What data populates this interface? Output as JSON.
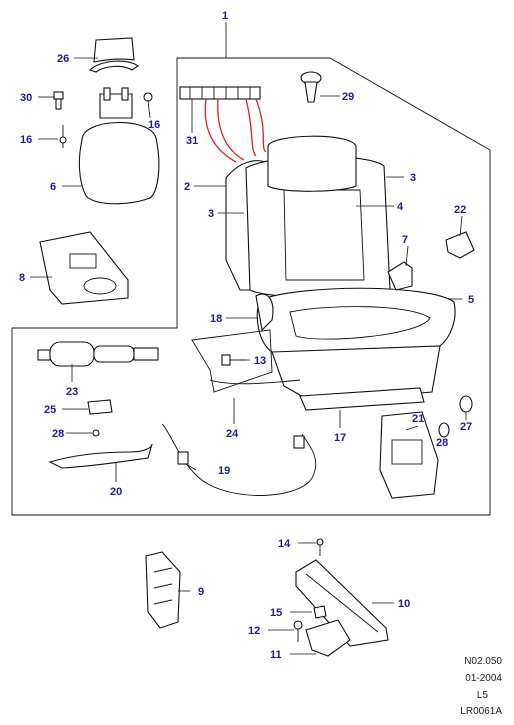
{
  "diagram": {
    "callouts": {
      "c1": "1",
      "c2": "2",
      "c3a": "3",
      "c3b": "3",
      "c4": "4",
      "c5": "5",
      "c6": "6",
      "c7": "7",
      "c8": "8",
      "c9": "9",
      "c10": "10",
      "c11": "11",
      "c12": "12",
      "c13": "13",
      "c14": "14",
      "c15": "15",
      "c16a": "16",
      "c16b": "16",
      "c17": "17",
      "c18": "18",
      "c19": "19",
      "c20": "20",
      "c21": "21",
      "c22": "22",
      "c23": "23",
      "c24": "24",
      "c25": "25",
      "c26": "26",
      "c27": "27",
      "c28a": "28",
      "c28b": "28",
      "c29": "29",
      "c30": "30",
      "c31": "31"
    }
  },
  "footer": {
    "code": "N02.050",
    "date": "01-2004",
    "model": "L5",
    "ref": "LR0061A"
  },
  "colors": {
    "callout": "#1d1d9a",
    "wire": "#dd2222",
    "line": "#111111"
  }
}
